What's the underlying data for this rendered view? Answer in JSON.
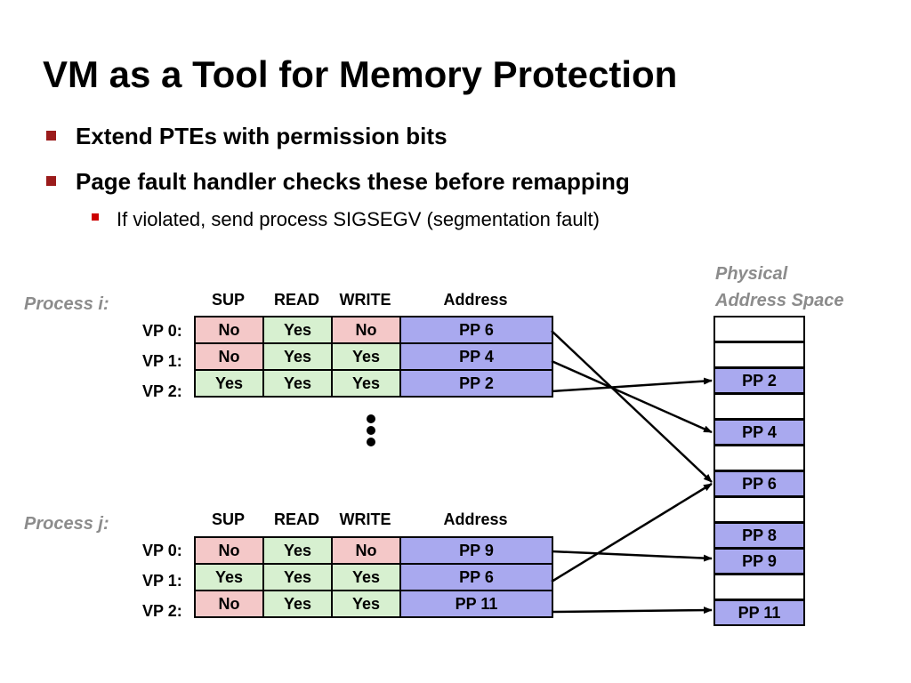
{
  "slide": {
    "title": "VM as a Tool for Memory Protection",
    "bullets": [
      "Extend PTEs with permission bits",
      "Page fault handler checks these before remapping"
    ],
    "subbullet": "If violated, send process SIGSEGV (segmentation fault)"
  },
  "headers": [
    "SUP",
    "READ",
    "WRITE",
    "Address"
  ],
  "process_i": {
    "label": "Process i:",
    "rows": [
      {
        "vp": "VP 0:",
        "sup": "No",
        "read": "Yes",
        "write": "No",
        "addr": "PP 6"
      },
      {
        "vp": "VP 1:",
        "sup": "No",
        "read": "Yes",
        "write": "Yes",
        "addr": "PP 4"
      },
      {
        "vp": "VP 2:",
        "sup": "Yes",
        "read": "Yes",
        "write": "Yes",
        "addr": "PP 2"
      }
    ]
  },
  "process_j": {
    "label": "Process j:",
    "rows": [
      {
        "vp": "VP 0:",
        "sup": "No",
        "read": "Yes",
        "write": "No",
        "addr": "PP 9"
      },
      {
        "vp": "VP 1:",
        "sup": "Yes",
        "read": "Yes",
        "write": "Yes",
        "addr": "PP 6"
      },
      {
        "vp": "VP 2:",
        "sup": "No",
        "read": "Yes",
        "write": "Yes",
        "addr": "PP 11"
      }
    ]
  },
  "physical": {
    "label_line1": "Physical",
    "label_line2": "Address Space",
    "cells": [
      "",
      "",
      "PP 2",
      "",
      "PP 4",
      "",
      "PP 6",
      "",
      "PP 8",
      "PP 9",
      "",
      "PP 11"
    ]
  },
  "colors": {
    "no": "#f4c8c8",
    "yes": "#d7f0d0",
    "address": "#a9a9ef",
    "bullet": "#9b1b1b",
    "subbullet": "#cc0000",
    "process_label": "#8c8c8c"
  }
}
